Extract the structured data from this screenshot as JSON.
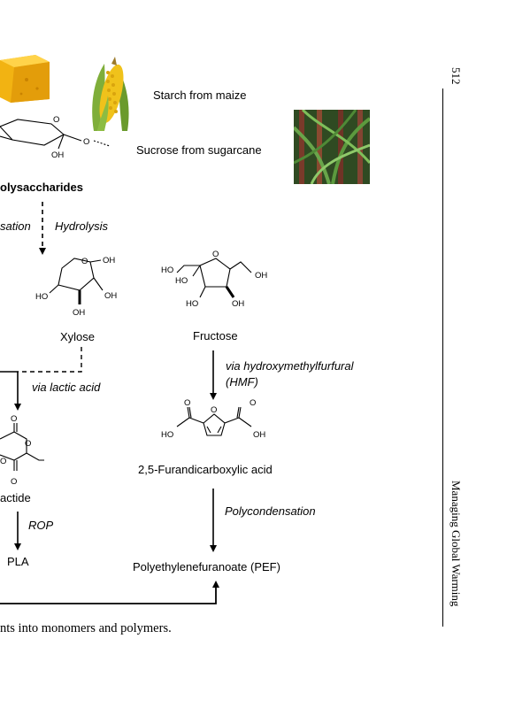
{
  "page_number": "512",
  "running_header": "Managing Global Warming",
  "caption_fragment": "nts into monomers and polymers.",
  "sources": {
    "starch": "Starch from maize",
    "sucrose": "Sucrose from sugarcane"
  },
  "nodes": {
    "polysaccharides": "olysaccharides",
    "xylose": "Xylose",
    "fructose": "Fructose",
    "fdca": "2,5-Furandicarboxylic acid",
    "lactide": "actide",
    "pla": "PLA",
    "pef": "Polyethylenefuranoate (PEF)"
  },
  "processes": {
    "condensation_fragment": "sation",
    "hydrolysis": "Hydrolysis",
    "via_lactic_acid": "via lactic acid",
    "via_hmf_line1": "via hydroxymethylfurfural",
    "via_hmf_line2": "(HMF)",
    "polycondensation": "Polycondensation",
    "rop": "ROP"
  },
  "structure_labels": {
    "oh": "OH",
    "ho": "HO",
    "o": "O"
  },
  "icons": [
    "cheese-block-image",
    "corn-cob-image",
    "sugarcane-image"
  ]
}
